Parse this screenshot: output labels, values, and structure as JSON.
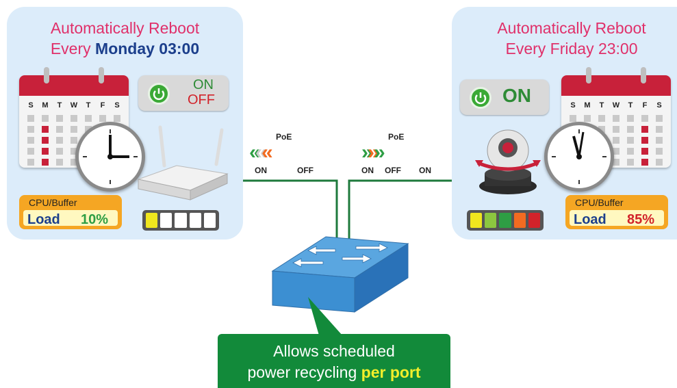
{
  "left": {
    "title_line1": "Automatically Reboot",
    "title_prefix": "Every ",
    "title_highlight": "Monday 03:00",
    "days": [
      "S",
      "M",
      "T",
      "W",
      "T",
      "F",
      "S"
    ],
    "switch_on": "ON",
    "switch_off": "OFF",
    "cpu_label": "CPU/Buffer",
    "load_label": "Load",
    "load_value": "10%",
    "meter_levels": [
      "#f0e61e",
      "#ffffff",
      "#ffffff",
      "#ffffff",
      "#ffffff"
    ]
  },
  "right": {
    "title_line1": "Automatically Reboot",
    "title_line2": "Every Friday 23:00",
    "days": [
      "S",
      "M",
      "T",
      "W",
      "T",
      "F",
      "S"
    ],
    "switch_on": "ON",
    "cpu_label": "CPU/Buffer",
    "load_label": "Load",
    "load_value": "85%",
    "meter_levels": [
      "#f0e61e",
      "#8cc63f",
      "#2e9e44",
      "#f26b21",
      "#d2232a"
    ]
  },
  "poe_left": {
    "label": "PoE",
    "on": "ON",
    "off": "OFF"
  },
  "poe_right": {
    "label": "PoE",
    "on1": "ON",
    "off": "OFF",
    "on2": "ON"
  },
  "callout": {
    "line1": "Allows scheduled",
    "line2_prefix": "power recycling ",
    "line2_highlight": "per port"
  },
  "colors": {
    "panel": "#dcecfa",
    "title": "#e0306a",
    "highlight": "#1c3f8c",
    "callout": "#128a3a",
    "line": "#1e7a3c"
  }
}
